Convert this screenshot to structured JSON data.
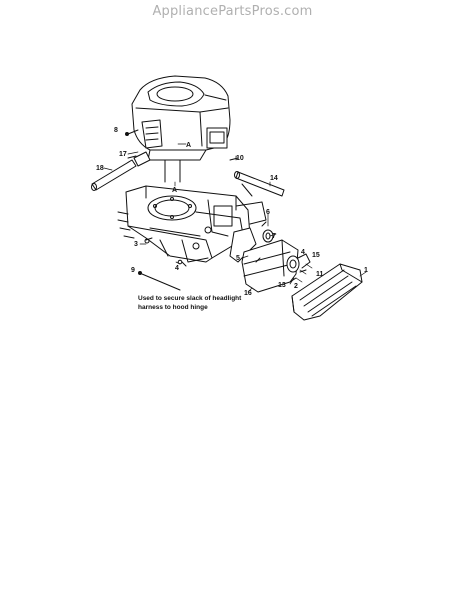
{
  "watermark": "AppliancePartsPros.com",
  "callouts": {
    "c1": "1",
    "c2": "2",
    "c3": "3",
    "c4a": "4",
    "c4b": "4",
    "c5": "5",
    "c6": "6",
    "c7": "7",
    "c8": "8",
    "c9": "9",
    "c10": "10",
    "c11": "11",
    "c13": "13",
    "c14": "14",
    "c15": "15",
    "c16": "16",
    "c17": "17",
    "c18": "18",
    "cA1": "A",
    "cA2": "A"
  },
  "note": {
    "line1": "Used to secure slack of headlight",
    "line2": "harness to hood hinge"
  }
}
